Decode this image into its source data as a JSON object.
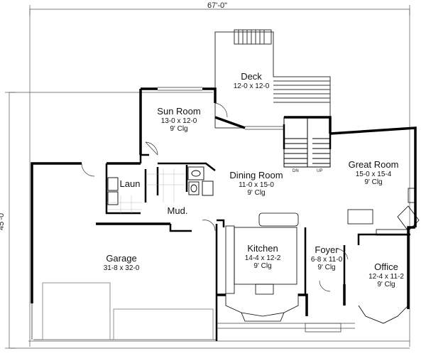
{
  "dimensions": {
    "width": "67'-0\"",
    "depth": "45'-0\""
  },
  "rooms": {
    "deck": {
      "name": "Deck",
      "size": "12-0 x 12-0",
      "ceiling": ""
    },
    "sun_room": {
      "name": "Sun Room",
      "size": "13-0 x 12-0",
      "ceiling": "9' Clg"
    },
    "dining": {
      "name": "Dining Room",
      "size": "11-0 x 15-0",
      "ceiling": "9' Clg"
    },
    "great": {
      "name": "Great Room",
      "size": "15-0 x 15-4",
      "ceiling": "9' Clg"
    },
    "laun": {
      "name": "Laun"
    },
    "mud": {
      "name": "Mud."
    },
    "garage": {
      "name": "Garage",
      "size": "31-8 x 32-0"
    },
    "kitchen": {
      "name": "Kitchen",
      "size": "14-4 x 12-2",
      "ceiling": "9' Clg"
    },
    "foyer": {
      "name": "Foyer",
      "size": "6-8 x 11-0",
      "ceiling": "9' Clg"
    },
    "office": {
      "name": "Office",
      "size": "12-4 x 11-2",
      "ceiling": "9' Clg"
    }
  },
  "stairs": {
    "down": "DN",
    "up": "UP"
  }
}
